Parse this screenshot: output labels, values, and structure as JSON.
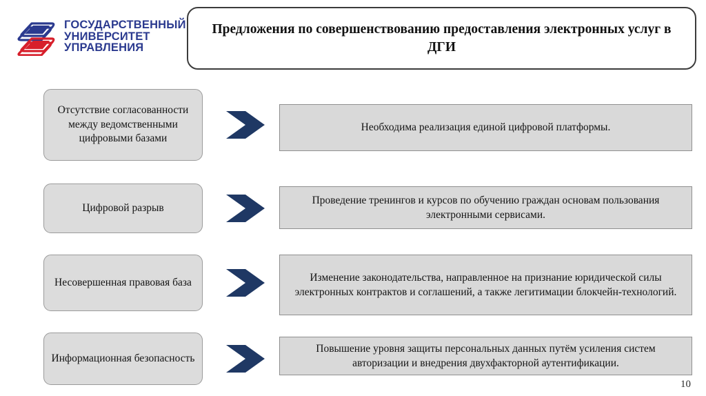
{
  "logo": {
    "icon": "university-emblem-icon",
    "line1": "ГОСУДАРСТВЕННЫЙ",
    "line2": "УНИВЕРСИТЕТ",
    "line3": "УПРАВЛЕНИЯ",
    "blue": "#2b3a8f",
    "red": "#d71f2b"
  },
  "header": {
    "title": "Предложения по совершенствованию предоставления электронных услуг в ДГИ"
  },
  "diagram": {
    "arrow_icon": "chevron-right-arrow-icon",
    "arrow_color": "#1f3864",
    "box_fill": "#dcdcdc",
    "box_border": "#9a9a9a",
    "rows": [
      {
        "problem": "Отсутствие согласованности между ведомственными цифровыми базами",
        "solution": "Необходима реализация единой цифровой платформы."
      },
      {
        "problem": "Цифровой разрыв",
        "solution": "Проведение тренингов и курсов по обучению граждан основам пользования электронными сервисами."
      },
      {
        "problem": "Несовершенная правовая база",
        "solution": "Изменение законодательства, направленное на признание юридической силы электронных контрактов и соглашений, а также легитимации блокчейн-технологий."
      },
      {
        "problem": "Информационная безопасность",
        "solution": "Повышение уровня защиты персональных данных путём усиления систем авторизации и внедрения двухфакторной аутентификации."
      }
    ]
  },
  "footer": {
    "page_number": "10"
  }
}
